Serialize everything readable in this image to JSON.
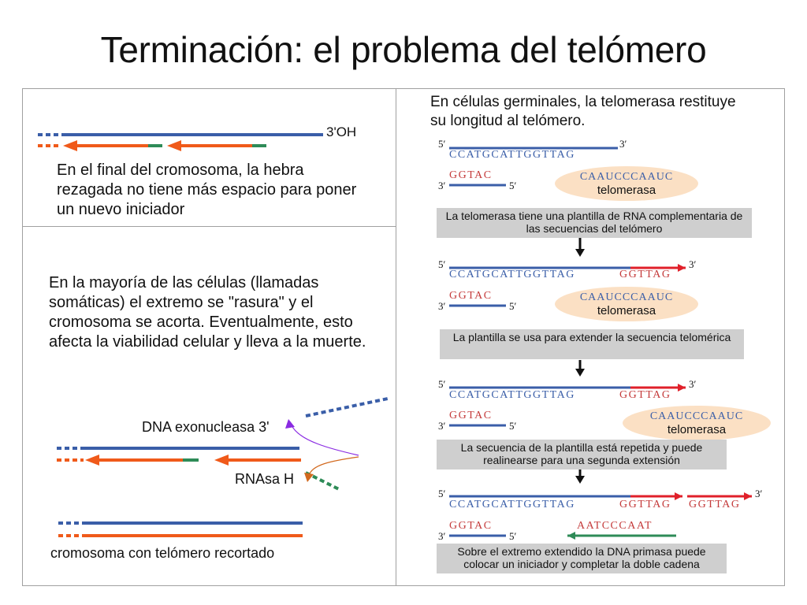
{
  "title": "Terminación: el problema del telómero",
  "left_top": {
    "label_3oh": "3'OH",
    "text": "En el final del cromosoma, la hebra rezagada no tiene más espacio para poner un nuevo iniciador"
  },
  "left_bottom": {
    "text": "En la mayoría de las células (llamadas somáticas) el extremo se \"rasura\" y el cromosoma se acorta. Eventualmente, esto afecta la viabilidad celular y lleva a la muerte.",
    "exo_label": "DNA exonucleasa 3'",
    "rnasa_label": "RNAsa H",
    "caption": "cromosoma con telómero recortado"
  },
  "right": {
    "intro": "En células germinales, la telomerasa restituye su longitud al telómero.",
    "prime5": "5′",
    "prime3": "3′",
    "top_seq": "CCATGCATTGGTTAG",
    "ext_seq_1": "GGTTAG",
    "ext_seq_2": "GGTTAG",
    "bottom_seq": "GGTAC",
    "rna_template": "CAAUCCCAAUC",
    "enzyme": "telomerasa",
    "primer_seq": "AATCCCAAT",
    "steps": [
      "La telomerasa tiene una plantilla de RNA complementaria de las secuencias del telómero",
      "La plantilla se usa para extender la secuencia telomérica",
      "La secuencia de la plantilla está repetida y puede realinearse para una segunda extensión",
      "Sobre el extremo extendido la DNA primasa puede colocar un iniciador y completar la doble cadena"
    ]
  },
  "colors": {
    "blue": "#3a5ea8",
    "orange": "#f05a1a",
    "green": "#2e8b57",
    "red": "#e0202a",
    "purple": "#8a2be2"
  }
}
